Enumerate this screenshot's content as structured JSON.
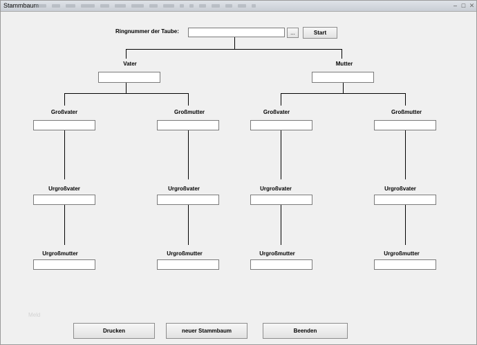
{
  "window": {
    "title": "Stammbaum",
    "min_glyph": "–",
    "max_glyph": "□",
    "close_glyph": "✕"
  },
  "search": {
    "label": "Ringnummer der Taube:",
    "value": "",
    "browse_label": "...",
    "start_label": "Start"
  },
  "parents": {
    "father_label": "Vater",
    "mother_label": "Mutter"
  },
  "grandparents": {
    "paternal_grandfather_label": "Großvater",
    "paternal_grandmother_label": "Großmutter",
    "maternal_grandfather_label": "Großvater",
    "maternal_grandmother_label": "Großmutter"
  },
  "great_grandfathers": [
    {
      "label": "Urgroßvater"
    },
    {
      "label": "Urgroßvater"
    },
    {
      "label": "Urgroßvater"
    },
    {
      "label": "Urgroßvater"
    }
  ],
  "great_grandmothers": [
    {
      "label": "Urgroßmutter"
    },
    {
      "label": "Urgroßmutter"
    },
    {
      "label": "Urgroßmutter"
    },
    {
      "label": "Urgroßmutter"
    }
  ],
  "status": {
    "text": "Meld"
  },
  "footer": {
    "print_label": "Drucken",
    "new_tree_label": "neuer Stammbaum",
    "exit_label": "Beenden"
  }
}
